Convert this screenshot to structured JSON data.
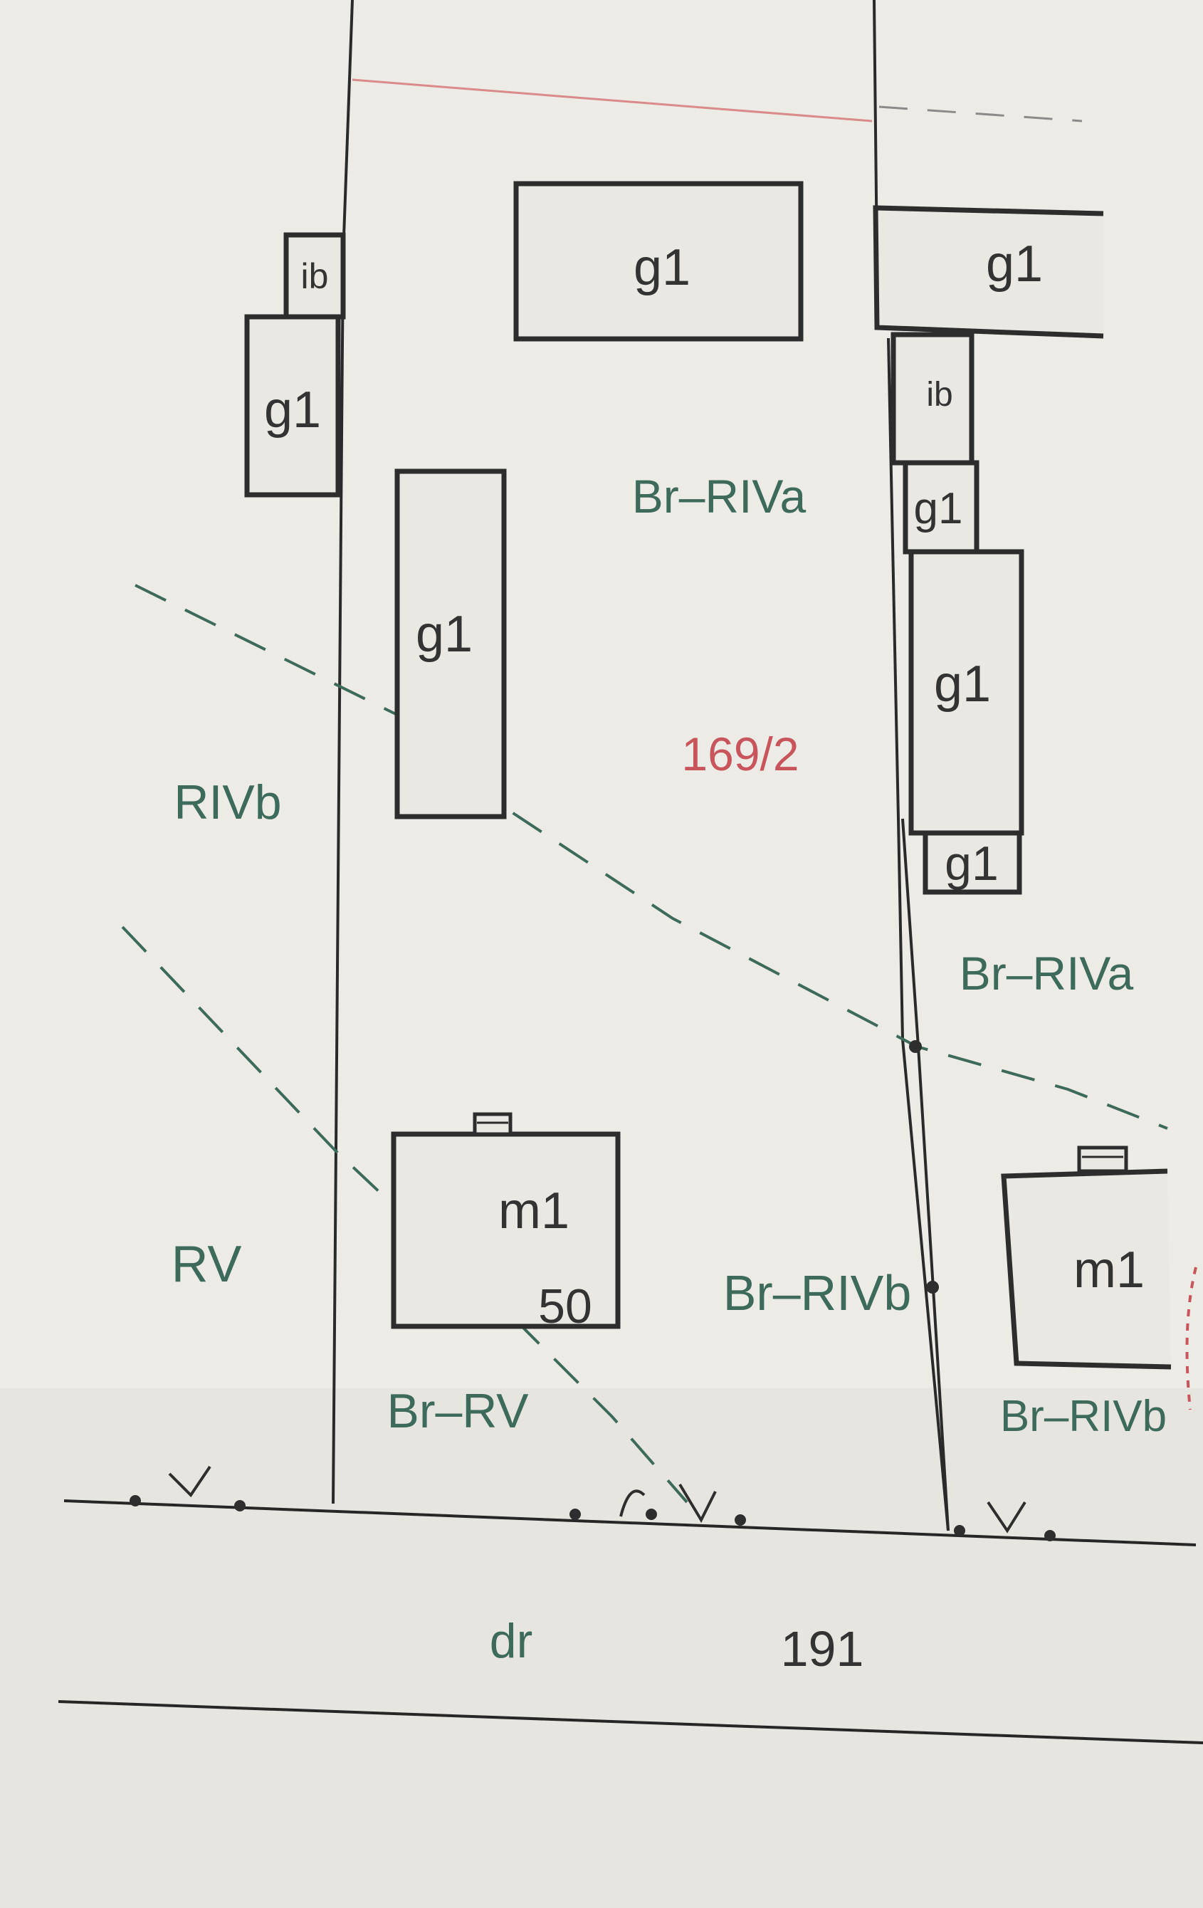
{
  "map": {
    "colors": {
      "paper": "#ecebe6",
      "lines": "#2a2a2a",
      "soil_labels": "#3e6a5c",
      "parcel_number": "#c9555c"
    },
    "buildings": {
      "g1_top_center": "g1",
      "g1_top_right": "g1",
      "ib_left": "ib",
      "g1_left": "g1",
      "g1_center": "g1",
      "ib_right": "ib",
      "g1_right_small": "g1",
      "g1_right_tall": "g1",
      "g1_right_bottom": "g1",
      "m1_center": "m1",
      "m1_center_number": "50",
      "m1_right": "m1"
    },
    "soil_classes": {
      "br_riva_top": "Br–RIVa",
      "rivb_left": "RIVb",
      "br_riva_right": "Br–RIVa",
      "rv_left": "RV",
      "br_rivb_center": "Br–RIVb",
      "br_rv_bottom": "Br–RV",
      "br_rivb_right": "Br–RIVb"
    },
    "parcel_number": "169/2",
    "road": {
      "type_label": "dr",
      "number_label": "191"
    }
  }
}
